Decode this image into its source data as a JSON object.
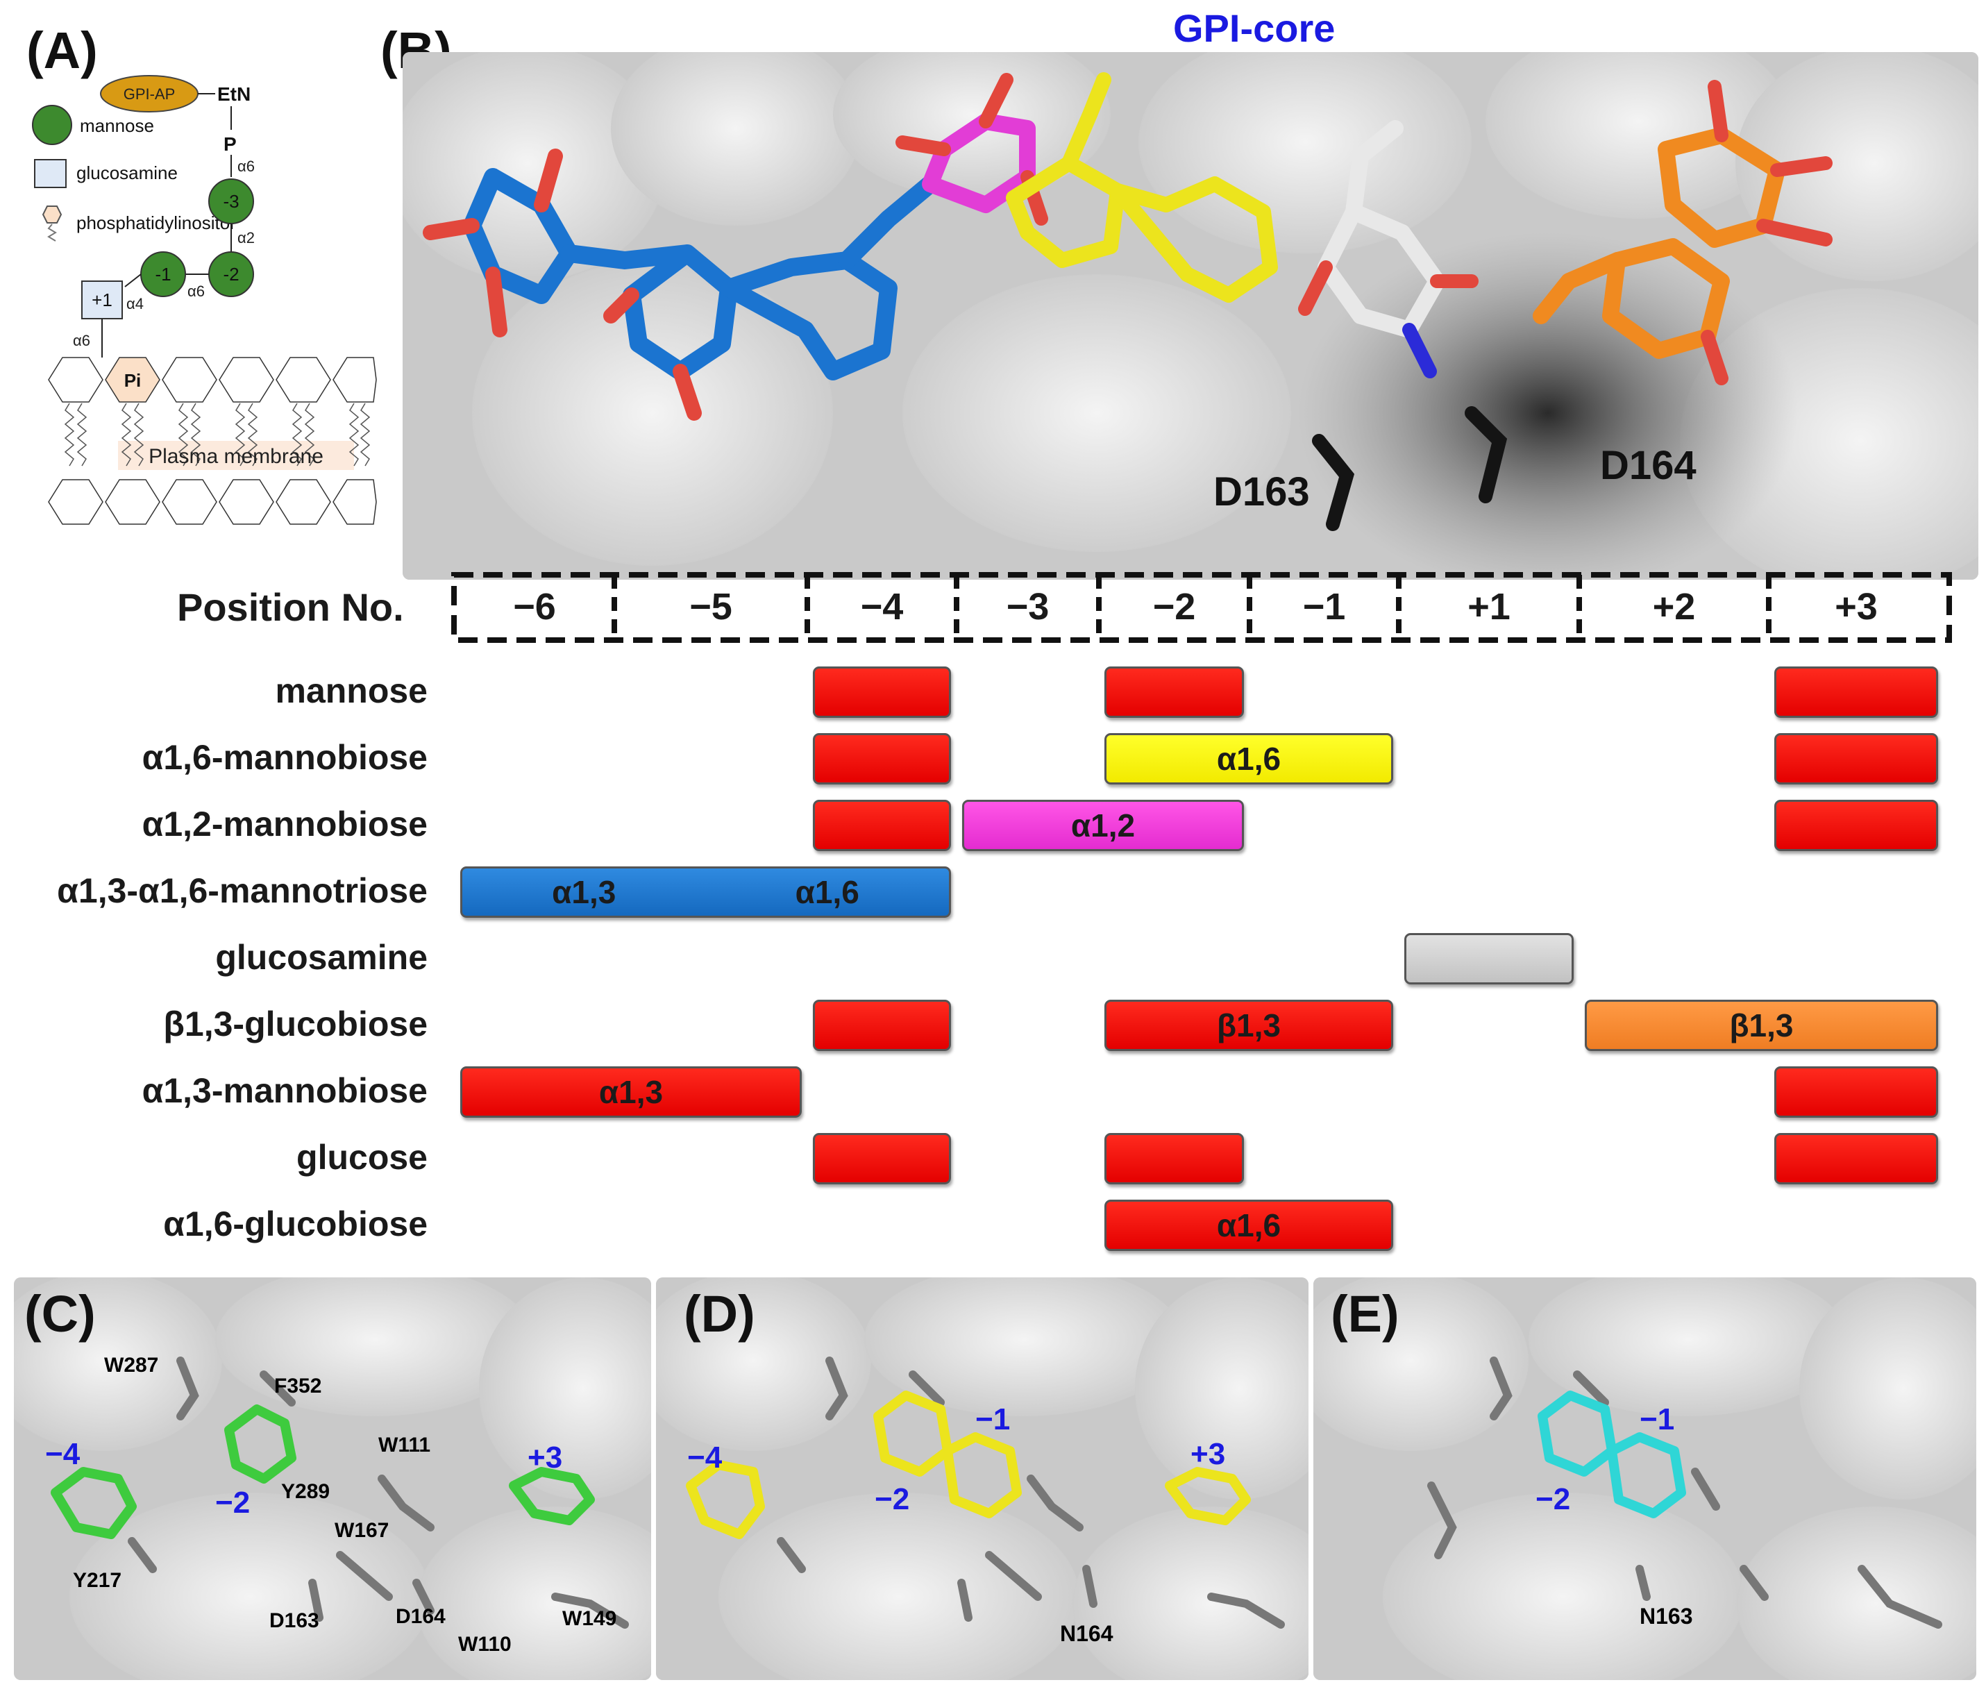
{
  "panels": {
    "a": "(A)",
    "b": "(B)",
    "c": "(C)",
    "d": "(D)",
    "e": "(E)"
  },
  "schematic": {
    "gpi_ap": "GPI-AP",
    "etn": "EtN",
    "p": "P",
    "legend_mannose": "mannose",
    "legend_glucosamine": "glucosamine",
    "legend_pi": "phosphatidylinositol",
    "m3": "-3",
    "m2": "-2",
    "m1": "-1",
    "p1": "+1",
    "pi": "Pi",
    "link_a6_top": "α6",
    "link_a2": "α2",
    "link_a6_mid": "α6",
    "link_a4": "α4",
    "link_a6_bottom": "α6",
    "membrane": "Plasma membrane"
  },
  "panel_b": {
    "gpi_core": "GPI-core",
    "d163": "D163",
    "d164": "D164",
    "position_label": "Position No.",
    "positions": [
      "−6",
      "−5",
      "−4",
      "−3",
      "−2",
      "−1",
      "+1",
      "+2",
      "+3"
    ],
    "rows": [
      {
        "label": "mannose",
        "bars": [
          {
            "color": "red",
            "text": "",
            "from": "−4",
            "to": "−4"
          },
          {
            "color": "red",
            "text": "",
            "from": "−2",
            "to": "−2"
          },
          {
            "color": "red",
            "text": "",
            "from": "+3",
            "to": "+3"
          }
        ]
      },
      {
        "label": "α1,6-mannobiose",
        "bars": [
          {
            "color": "red",
            "text": "",
            "from": "−4",
            "to": "−4"
          },
          {
            "color": "yellow",
            "text": "α1,6",
            "from": "−2",
            "to": "−1"
          },
          {
            "color": "red",
            "text": "",
            "from": "+3",
            "to": "+3"
          }
        ]
      },
      {
        "label": "α1,2-mannobiose",
        "bars": [
          {
            "color": "red",
            "text": "",
            "from": "−4",
            "to": "−4"
          },
          {
            "color": "magenta",
            "text": "α1,2",
            "from": "−3",
            "to": "−2"
          },
          {
            "color": "red",
            "text": "",
            "from": "+3",
            "to": "+3"
          }
        ]
      },
      {
        "label": "α1,3-α1,6-mannotriose",
        "bars": [
          {
            "color": "blue",
            "text": "α1,3",
            "text2": "α1,6",
            "from": "−6",
            "to": "−4"
          }
        ]
      },
      {
        "label": "glucosamine",
        "bars": [
          {
            "color": "gray",
            "text": "",
            "from": "+1",
            "to": "+1"
          }
        ]
      },
      {
        "label": "β1,3-glucobiose",
        "bars": [
          {
            "color": "red",
            "text": "",
            "from": "−4",
            "to": "−4"
          },
          {
            "color": "red",
            "text": "β1,3",
            "from": "−2",
            "to": "−1"
          },
          {
            "color": "orange",
            "text": "β1,3",
            "from": "+2",
            "to": "+3"
          }
        ]
      },
      {
        "label": "α1,3-mannobiose",
        "bars": [
          {
            "color": "red",
            "text": "α1,3",
            "from": "−6",
            "to": "−5"
          },
          {
            "color": "red",
            "text": "",
            "from": "+3",
            "to": "+3"
          }
        ]
      },
      {
        "label": "glucose",
        "bars": [
          {
            "color": "red",
            "text": "",
            "from": "−4",
            "to": "−4"
          },
          {
            "color": "red",
            "text": "",
            "from": "−2",
            "to": "−2"
          },
          {
            "color": "red",
            "text": "",
            "from": "+3",
            "to": "+3"
          }
        ]
      },
      {
        "label": "α1,6-glucobiose",
        "bars": [
          {
            "color": "red",
            "text": "α1,6",
            "from": "−2",
            "to": "−1"
          }
        ]
      }
    ]
  },
  "panel_c": {
    "w287": "W287",
    "f352": "F352",
    "w111": "W111",
    "y289": "Y289",
    "w167": "W167",
    "y217": "Y217",
    "d163": "D163",
    "d164": "D164",
    "w110": "W110",
    "w149": "W149",
    "s_m4": "−4",
    "s_m2": "−2",
    "s_p3": "+3"
  },
  "panel_d": {
    "n164": "N164",
    "s_m4": "−4",
    "s_m2": "−2",
    "s_m1": "−1",
    "s_p3": "+3"
  },
  "panel_e": {
    "n163": "N163",
    "s_m2": "−2",
    "s_m1": "−1"
  },
  "colors": {
    "red": "#ee1a10",
    "yellow": "#f6f000",
    "magenta": "#f03ee0",
    "blue": "#1a74cf",
    "gray": "#d0d0d0",
    "orange": "#f58a33",
    "site_blue": "#1a1ae0",
    "mannose_green": "#3d8a2e"
  }
}
